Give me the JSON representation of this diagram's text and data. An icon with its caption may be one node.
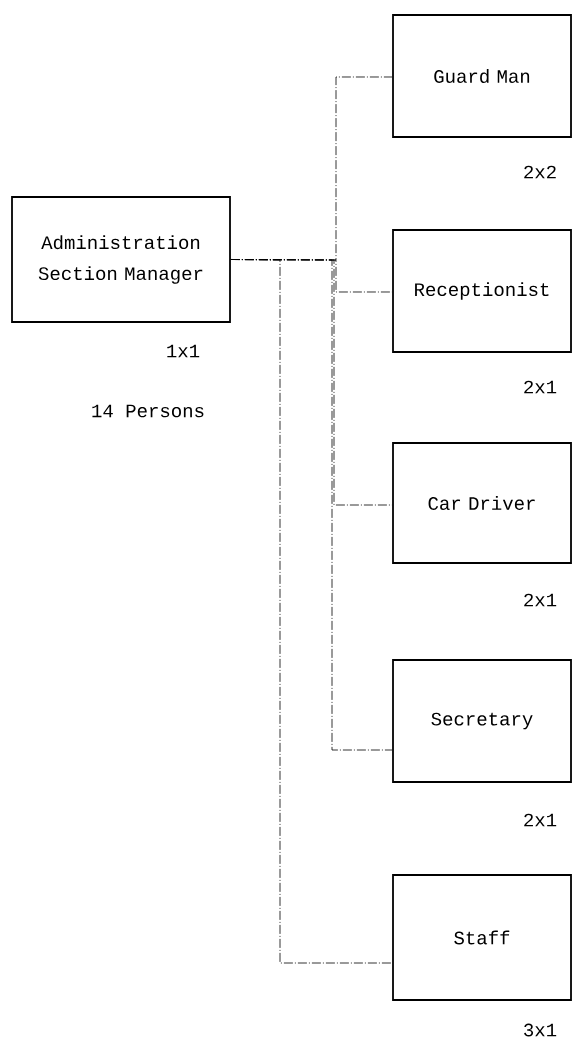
{
  "diagram": {
    "nodes": [
      {
        "text": [
          "Administration Section Manager"
        ],
        "beside": [
          "1x1",
          "14 Persons"
        ]
      },
      {
        "text": [
          "Guard Man"
        ],
        "beside": [
          "2x2"
        ]
      },
      {
        "text": [
          "Receptionist"
        ],
        "beside": [
          "2x1"
        ]
      },
      {
        "text": [
          "Car Driver"
        ],
        "beside": [
          "2x1"
        ]
      },
      {
        "text": [
          "Secretary"
        ],
        "beside": [
          "2x1"
        ]
      },
      {
        "text": [
          "Staff"
        ],
        "beside": [
          "3x1"
        ]
      }
    ],
    "edges": [
      {
        "from": 0,
        "to": 1,
        "arrow": "none",
        "style": "dashed"
      },
      {
        "from": 0,
        "to": 2,
        "arrow": "none",
        "style": "dashed"
      },
      {
        "from": 0,
        "to": 3,
        "arrow": "none",
        "style": "dashed"
      },
      {
        "from": 0,
        "to": 4,
        "arrow": "none",
        "style": "dashed"
      },
      {
        "from": 0,
        "to": 5,
        "arrow": "none",
        "style": "dashed"
      }
    ]
  }
}
